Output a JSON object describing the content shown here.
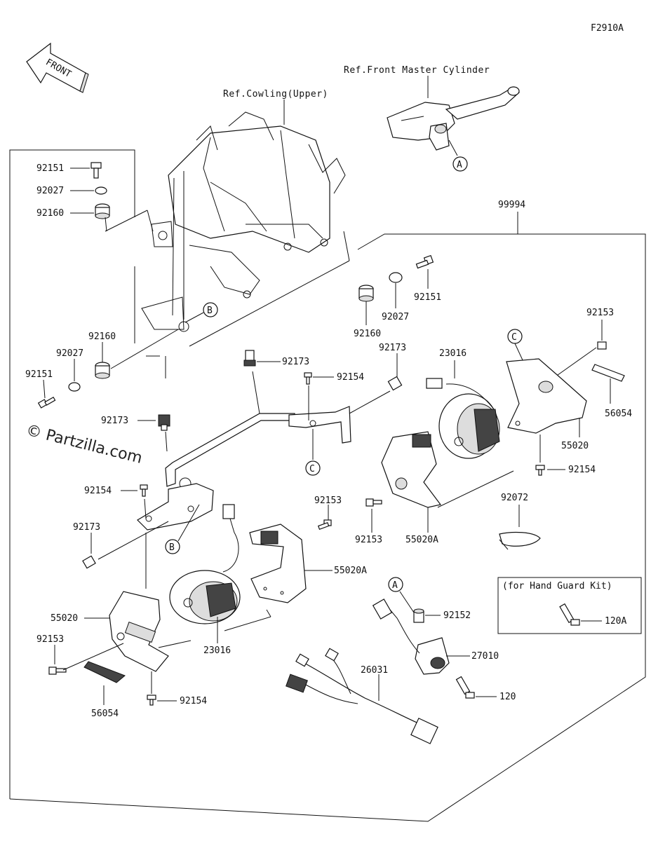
{
  "diagram_id": "F2910A",
  "front_label": "FRONT",
  "watermark": "© Partzilla.com",
  "refs": {
    "master_cylinder": "Ref.Front Master Cylinder",
    "cowling": "Ref.Cowling(Upper)"
  },
  "kit_number": "99994",
  "hand_guard_kit_label": "(for Hand Guard Kit)",
  "callouts": {
    "a": "A",
    "b": "B",
    "c": "C"
  },
  "parts": {
    "p92151": "92151",
    "p92027": "92027",
    "p92160": "92160",
    "p92173": "92173",
    "p92154": "92154",
    "p92153": "92153",
    "p23016": "23016",
    "p55020": "55020",
    "p55020A": "55020A",
    "p56054": "56054",
    "p92072": "92072",
    "p92152": "92152",
    "p27010": "27010",
    "p26031": "26031",
    "p120": "120",
    "p120A": "120A"
  }
}
